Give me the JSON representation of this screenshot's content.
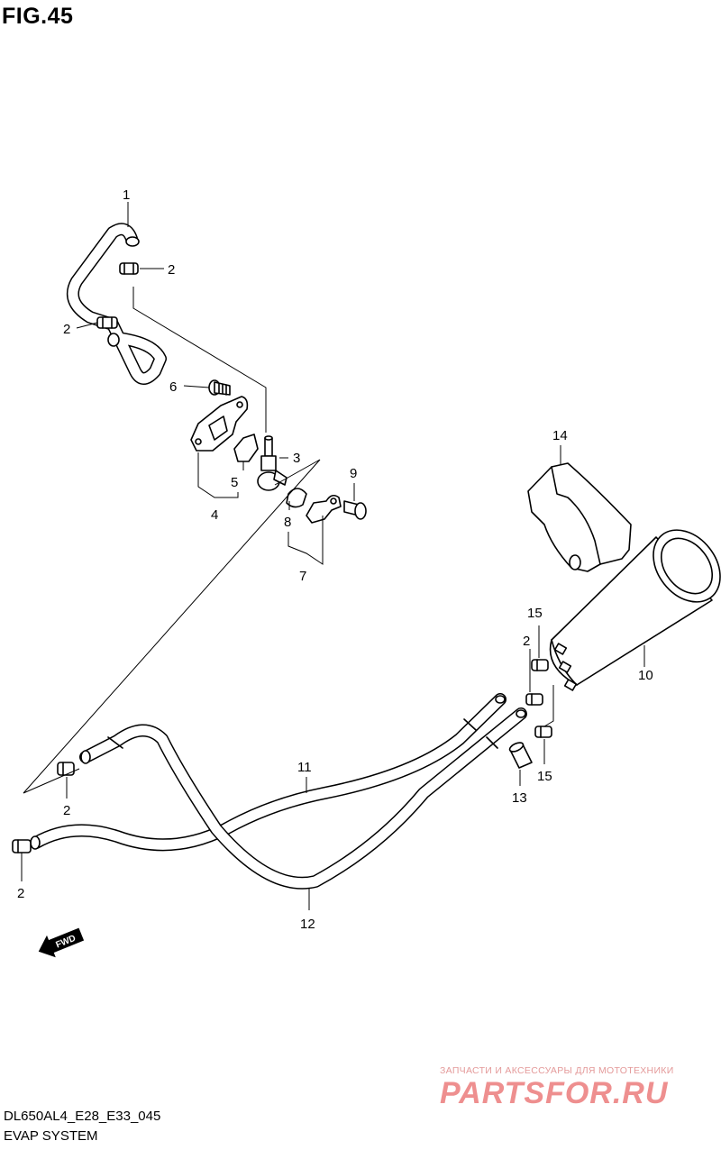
{
  "figure": {
    "title": "FIG.45",
    "code": "DL650AL4_E28_E33_045",
    "name": "EVAP SYSTEM"
  },
  "fwd_label": "FWD",
  "watermark": {
    "tagline": "ЗАПЧАСТИ И АКСЕССУАРЫ ДЛЯ МОТОТЕХНИКИ",
    "brand": "PARTSFOR.RU",
    "color": "#ee8f8f"
  },
  "parts": {
    "p1": "1",
    "p2": "2",
    "p3": "3",
    "p4": "4",
    "p5": "5",
    "p6": "6",
    "p7": "7",
    "p8": "8",
    "p9": "9",
    "p10": "10",
    "p11": "11",
    "p12": "12",
    "p13": "13",
    "p14": "14",
    "p15": "15"
  }
}
